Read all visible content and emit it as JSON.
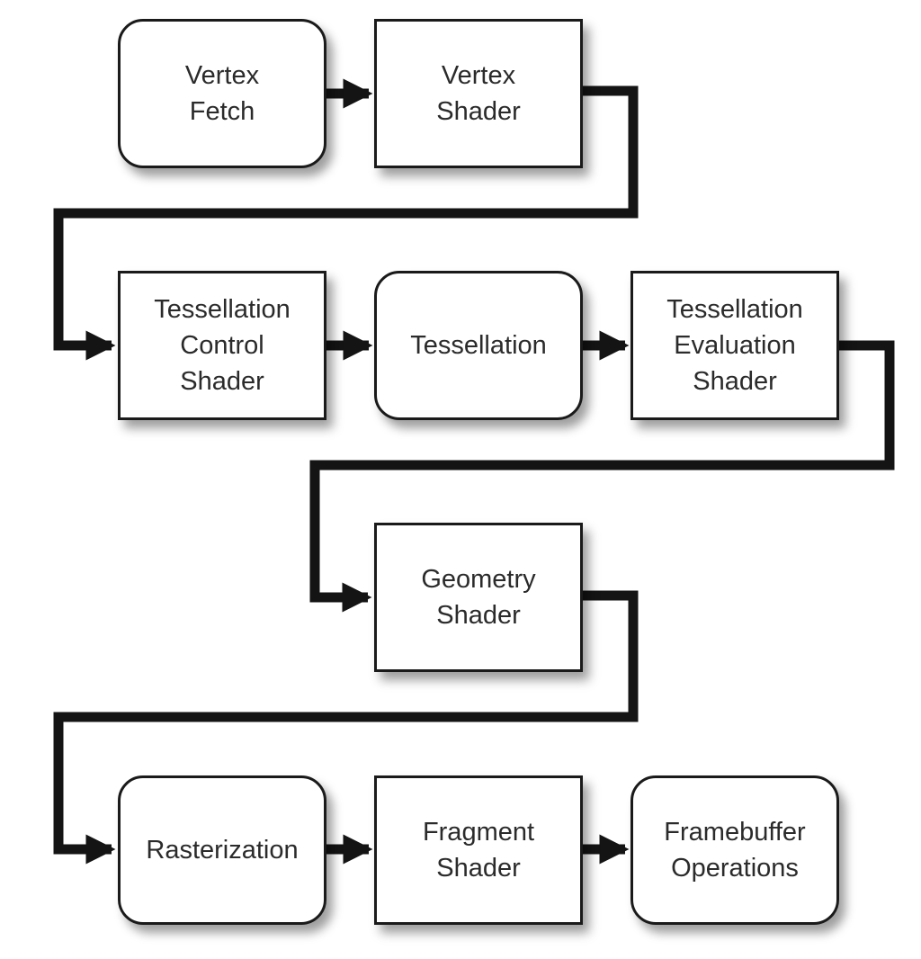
{
  "diagram": {
    "nodes": [
      {
        "id": "vertex-fetch",
        "label": "Vertex\nFetch",
        "shape": "rounded"
      },
      {
        "id": "vertex-shader",
        "label": "Vertex\nShader",
        "shape": "square"
      },
      {
        "id": "tessellation-control-shader",
        "label": "Tessellation\nControl\nShader",
        "shape": "square"
      },
      {
        "id": "tessellation",
        "label": "Tessellation",
        "shape": "rounded"
      },
      {
        "id": "tessellation-evaluation-shader",
        "label": "Tessellation\nEvaluation\nShader",
        "shape": "square"
      },
      {
        "id": "geometry-shader",
        "label": "Geometry\nShader",
        "shape": "square"
      },
      {
        "id": "rasterization",
        "label": "Rasterization",
        "shape": "rounded"
      },
      {
        "id": "fragment-shader",
        "label": "Fragment\nShader",
        "shape": "square"
      },
      {
        "id": "framebuffer-operations",
        "label": "Framebuffer\nOperations",
        "shape": "rounded"
      }
    ],
    "edges": [
      {
        "from": "vertex-fetch",
        "to": "vertex-shader"
      },
      {
        "from": "vertex-shader",
        "to": "tessellation-control-shader"
      },
      {
        "from": "tessellation-control-shader",
        "to": "tessellation"
      },
      {
        "from": "tessellation",
        "to": "tessellation-evaluation-shader"
      },
      {
        "from": "tessellation-evaluation-shader",
        "to": "geometry-shader"
      },
      {
        "from": "geometry-shader",
        "to": "rasterization"
      },
      {
        "from": "rasterization",
        "to": "fragment-shader"
      },
      {
        "from": "fragment-shader",
        "to": "framebuffer-operations"
      }
    ],
    "colors": {
      "connector": "#141414",
      "box_border": "#1a1a1a",
      "text": "#2b2b2b",
      "background": "#ffffff"
    }
  }
}
